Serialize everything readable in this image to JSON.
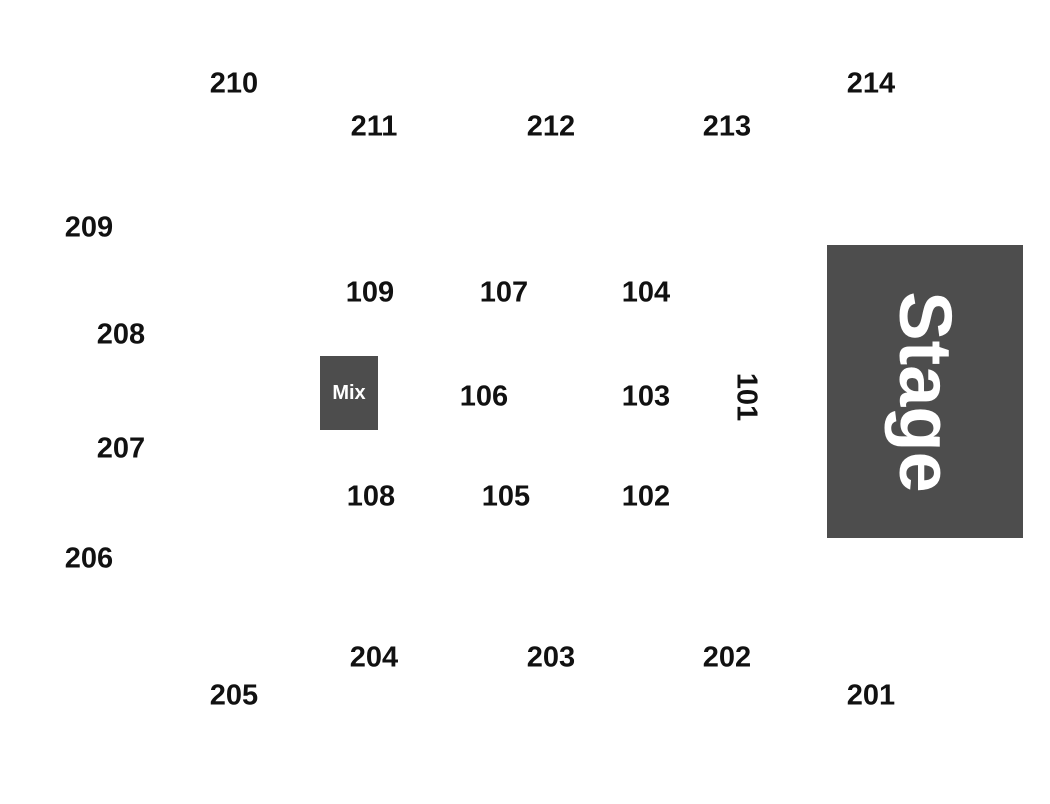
{
  "stage": {
    "label": "Stage",
    "color": "#4d4d4d"
  },
  "mix": {
    "label": "Mix",
    "color": "#4d4d4d"
  },
  "sections": {
    "s101": "101",
    "s102": "102",
    "s103": "103",
    "s104": "104",
    "s105": "105",
    "s106": "106",
    "s107": "107",
    "s108": "108",
    "s109": "109",
    "s201": "201",
    "s202": "202",
    "s203": "203",
    "s204": "204",
    "s205": "205",
    "s206": "206",
    "s207": "207",
    "s208": "208",
    "s209": "209",
    "s210": "210",
    "s211": "211",
    "s212": "212",
    "s213": "213",
    "s214": "214"
  }
}
